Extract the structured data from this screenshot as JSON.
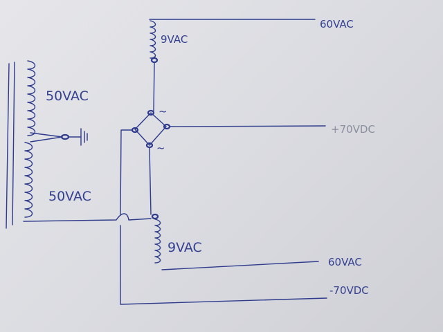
{
  "labels": {
    "top_output": "60VAC",
    "top_secondary": "9VAC",
    "primary_upper": "50VAC",
    "primary_lower": "50VAC",
    "positive_output": "+70VDC",
    "bottom_secondary": "9VAC",
    "bottom_output": "60VAC",
    "negative_output": "-70VDC",
    "ac_mark_top": "~",
    "ac_mark_bottom": "~"
  },
  "colors": {
    "ink": "#2e3a8c",
    "paper": "#dcdde2"
  }
}
